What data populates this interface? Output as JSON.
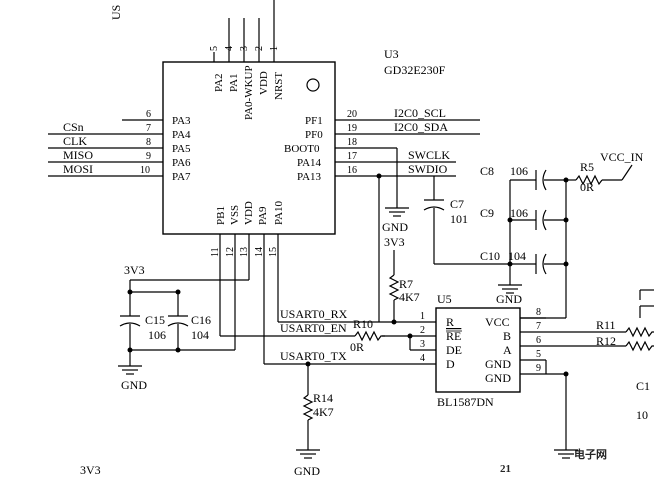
{
  "u3": {
    "ref": "U3",
    "part": "GD32E230F",
    "top_pins": [
      {
        "num": "5",
        "name": "PA2"
      },
      {
        "num": "4",
        "name": "PA1"
      },
      {
        "num": "3",
        "name": "PA0-WKUP"
      },
      {
        "num": "2",
        "name": "VDD"
      },
      {
        "num": "1",
        "name": "NRST"
      }
    ],
    "left_pins": [
      {
        "num": "6",
        "name": "PA3",
        "net": ""
      },
      {
        "num": "7",
        "name": "PA4",
        "net": "CSn"
      },
      {
        "num": "8",
        "name": "PA5",
        "net": "CLK"
      },
      {
        "num": "9",
        "name": "PA6",
        "net": "MISO"
      },
      {
        "num": "10",
        "name": "PA7",
        "net": "MOSI"
      }
    ],
    "right_pins": [
      {
        "num": "20",
        "name": "PF1",
        "net": "I2C0_SCL"
      },
      {
        "num": "19",
        "name": "PF0",
        "net": "I2C0_SDA"
      },
      {
        "num": "18",
        "name": "BOOT0",
        "net": ""
      },
      {
        "num": "17",
        "name": "PA14",
        "net": "SWCLK"
      },
      {
        "num": "16",
        "name": "PA13",
        "net": "SWDIO"
      }
    ],
    "bottom_pins": [
      {
        "num": "11",
        "name": "PB1"
      },
      {
        "num": "12",
        "name": "VSS"
      },
      {
        "num": "13",
        "name": "VDD"
      },
      {
        "num": "14",
        "name": "PA9"
      },
      {
        "num": "15",
        "name": "PA10"
      }
    ]
  },
  "u5": {
    "ref": "U5",
    "part": "BL1587DN",
    "left_pins": [
      {
        "num": "1",
        "name": "R"
      },
      {
        "num": "2",
        "name": "RE"
      },
      {
        "num": "3",
        "name": "DE"
      },
      {
        "num": "4",
        "name": "D"
      }
    ],
    "right_pins": [
      {
        "num": "8",
        "name": "VCC"
      },
      {
        "num": "7",
        "name": "B"
      },
      {
        "num": "6",
        "name": "A"
      },
      {
        "num": "5",
        "name": "GND"
      },
      {
        "num": "9",
        "name": "GND"
      }
    ]
  },
  "capacitors": {
    "c7": {
      "ref": "C7",
      "value": "101"
    },
    "c8": {
      "ref": "C8",
      "value": "106"
    },
    "c9": {
      "ref": "C9",
      "value": "106"
    },
    "c10": {
      "ref": "C10",
      "value": "104"
    },
    "c15": {
      "ref": "C15",
      "value": "106"
    },
    "c16": {
      "ref": "C16",
      "value": "104"
    },
    "c1x": {
      "ref": "C1",
      "value": "10"
    }
  },
  "resistors": {
    "r5": {
      "ref": "R5",
      "value": "0R"
    },
    "r7": {
      "ref": "R7",
      "value": "4K7"
    },
    "r10": {
      "ref": "R10",
      "value": "0R"
    },
    "r14": {
      "ref": "R14",
      "value": "4K7"
    },
    "r11": {
      "ref": "R11",
      "value": ""
    },
    "r12": {
      "ref": "R12",
      "value": ""
    }
  },
  "nets": {
    "vcc_in": "VCC_IN",
    "v3v3_a": "3V3",
    "v3v3_b": "3V3",
    "v3v3_bottom": "3V3",
    "usart_rx": "USART0_RX",
    "usart_en": "USART0_EN",
    "usart_tx": "USART0_TX",
    "gnd": "GND",
    "top_cut": "US"
  },
  "watermark": {
    "big": "21",
    "small": "电子网"
  }
}
